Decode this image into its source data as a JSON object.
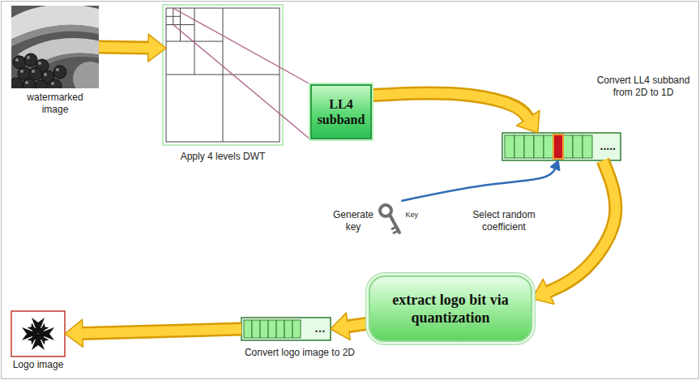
{
  "diagram": {
    "nodes": [
      {
        "text": [
          "watermarked image"
        ]
      },
      {
        "text": [
          "Apply 4 levels DWT"
        ]
      },
      {
        "text": [
          "LL4 subband"
        ]
      },
      {
        "text": [
          "....."
        ]
      },
      {
        "text": [
          "Generate key",
          "Key"
        ]
      },
      {
        "text": [
          "extract logo bit via quantization"
        ]
      },
      {
        "text": [
          "…"
        ]
      },
      {
        "text": [
          "Logo image"
        ]
      }
    ],
    "edges": [
      {
        "from": 0,
        "to": 1,
        "arrow": "to"
      },
      {
        "from": 1,
        "to": 2,
        "arrow": "none"
      },
      {
        "from": 2,
        "to": 3,
        "arrow": "to"
      },
      {
        "from": 4,
        "to": 3,
        "arrow": "to"
      },
      {
        "from": 3,
        "to": 5,
        "arrow": "to"
      },
      {
        "from": 5,
        "to": 6,
        "arrow": "to"
      },
      {
        "from": 6,
        "to": 7,
        "arrow": "to"
      }
    ],
    "labels": [
      "Convert LL4 subband from 2D to 1D",
      "Select random coefficient",
      "Convert logo image to 2D"
    ]
  }
}
